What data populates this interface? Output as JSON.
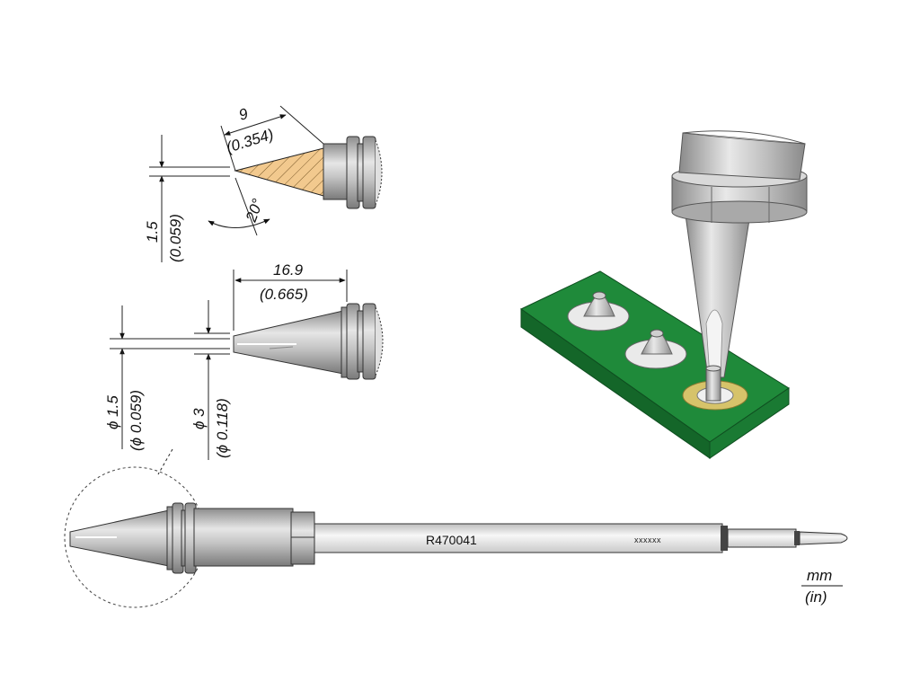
{
  "part_number": "R470041",
  "shaft_code": "xxxxxx",
  "units": {
    "top": "mm",
    "bottom": "(in)"
  },
  "side_view": {
    "length_mm": "9",
    "length_in": "(0.354)",
    "angle": "20°",
    "tip_mm": "1.5",
    "tip_in": "(0.059)"
  },
  "front_view": {
    "length_mm": "16.9",
    "length_in": "(0.665)",
    "inner_dia_mm": "ϕ 1.5",
    "inner_dia_in": "(ϕ 0.059)",
    "outer_dia_mm": "ϕ 3",
    "outer_dia_in": "(ϕ 0.118)"
  },
  "colors": {
    "hatch_fill": "#f2c98e",
    "pcb_green": "#1f8a3a",
    "pad_gold": "#d6c36a",
    "metal": "#b8b8b8"
  }
}
